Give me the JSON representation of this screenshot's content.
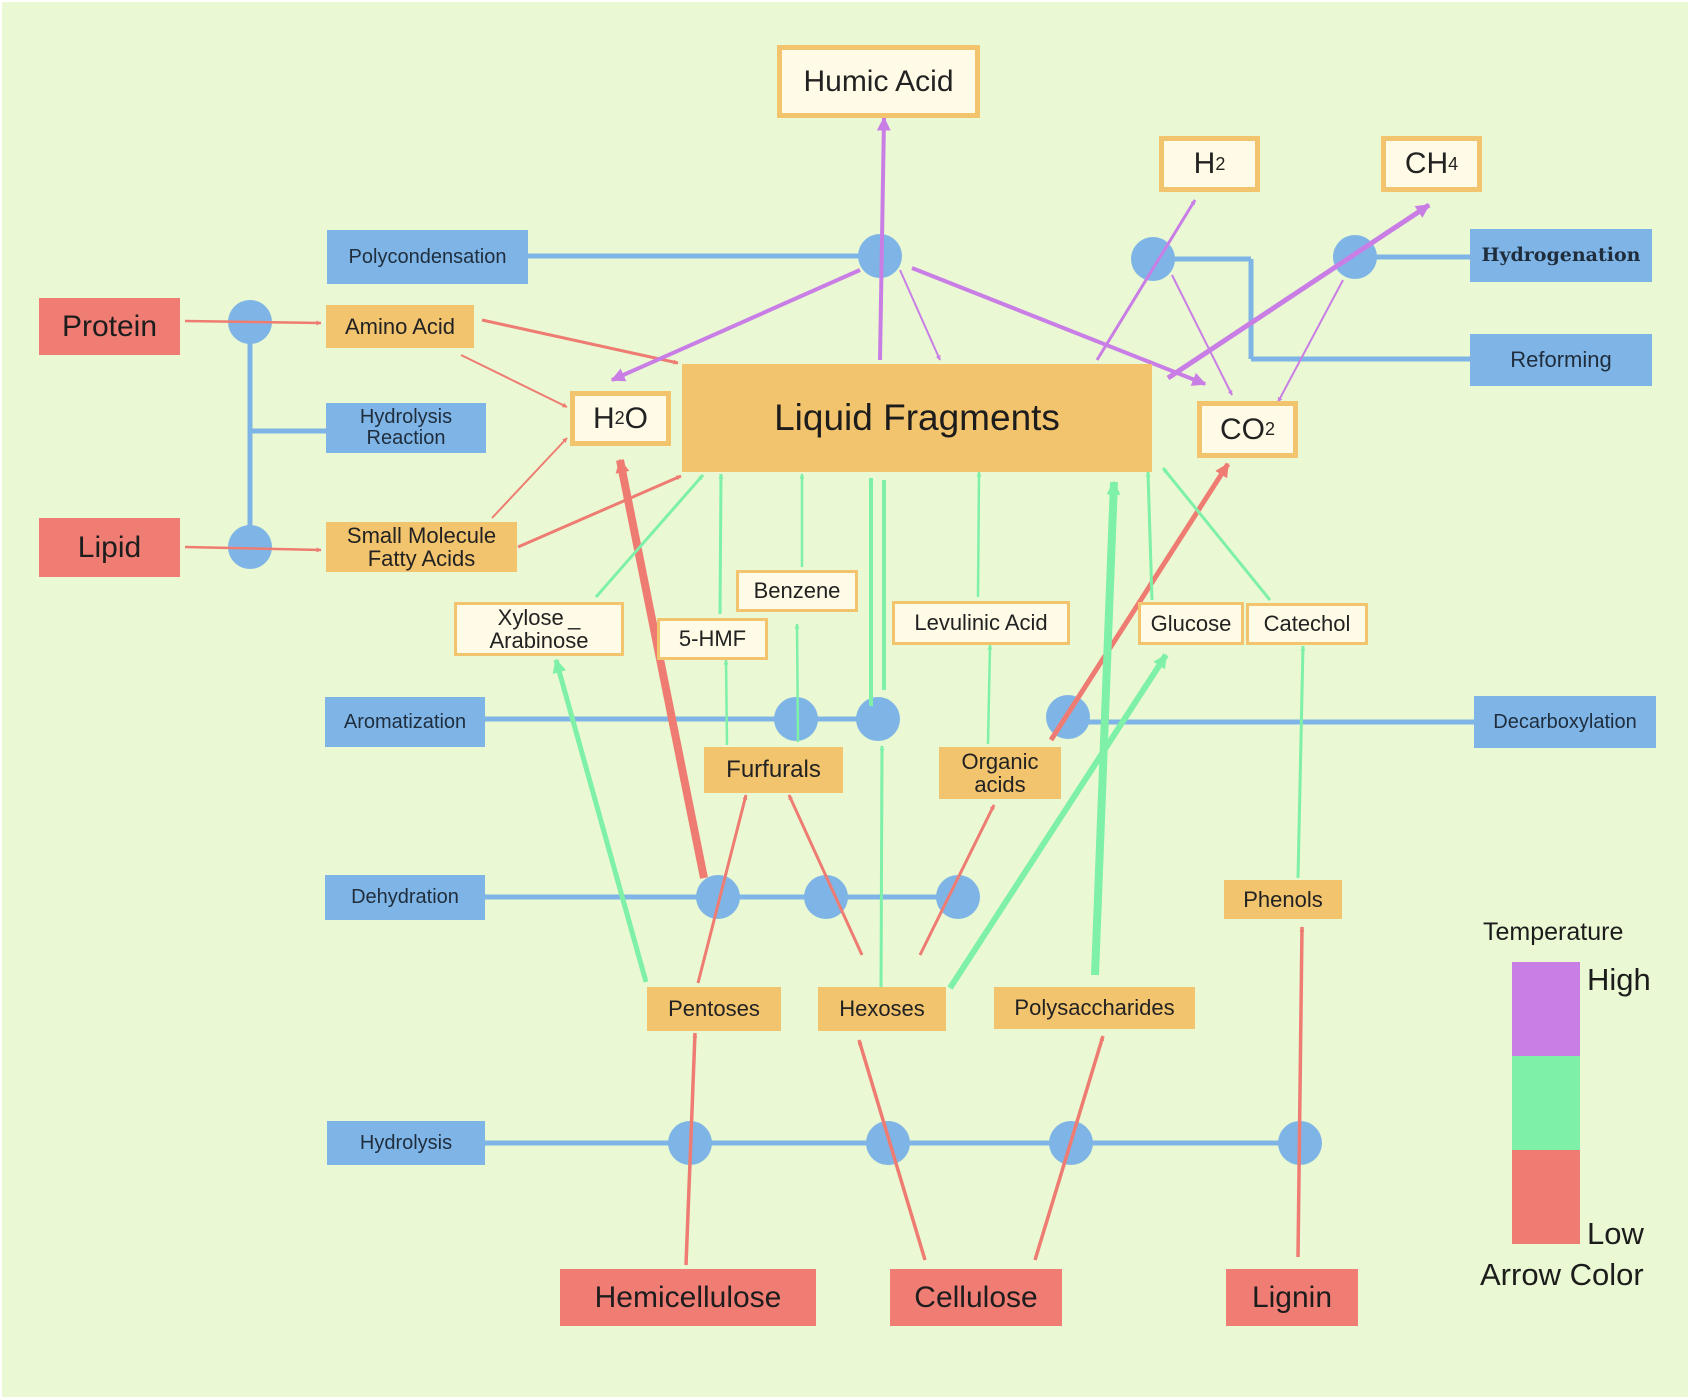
{
  "colors": {
    "background": "#eaf9d3",
    "source": "#ef7d74",
    "process": "#7fb5e6",
    "intermediate": "#f2c46e",
    "product_fill": "#fffbe6",
    "arrow_high": "#c97ee6",
    "arrow_mid": "#7ef0a8",
    "arrow_low": "#ee7c72",
    "line": "#7fb5e6"
  },
  "sources": {
    "protein": "Protein",
    "lipid": "Lipid",
    "hemicellulose": "Hemicellulose",
    "cellulose": "Cellulose",
    "lignin": "Lignin"
  },
  "processes": {
    "polycondensation": "Polycondensation",
    "hydrolysis_reaction_1": "Hydrolysis",
    "hydrolysis_reaction_2": "Reaction",
    "aromatization": "Aromatization",
    "dehydration": "Dehydration",
    "hydrolysis": "Hydrolysis",
    "decarboxylation": "Decarboxylation",
    "hydrogenation": "Hydrogenation",
    "reforming": "Reforming"
  },
  "intermediates": {
    "amino_acid": "Amino Acid",
    "small_molecule_1": "Small Molecule",
    "small_molecule_2": "Fatty Acids",
    "furfurals": "Furfurals",
    "organic_acids_1": "Organic",
    "organic_acids_2": "acids",
    "phenols": "Phenols",
    "pentoses": "Pentoses",
    "hexoses": "Hexoses",
    "polysaccharides": "Polysaccharides"
  },
  "products": {
    "humic_acid": "Humic Acid",
    "h2_base": "H",
    "h2_sub": "2",
    "ch4_base": "CH",
    "ch4_sub": "4",
    "h2o_base1": "H",
    "h2o_sub": "2",
    "h2o_base2": "O",
    "co2_base": "CO",
    "co2_sub": "2",
    "liquid_fragments": "Liquid Fragments",
    "benzene": "Benzene",
    "xylose_1": "Xylose _",
    "xylose_2": "Arabinose",
    "hmf": "5-HMF",
    "levulinic_acid": "Levulinic Acid",
    "glucose": "Glucose",
    "catechol": "Catechol"
  },
  "legend": {
    "title": "Temperature",
    "high": "High",
    "low": "Low",
    "caption": "Arrow Color"
  }
}
